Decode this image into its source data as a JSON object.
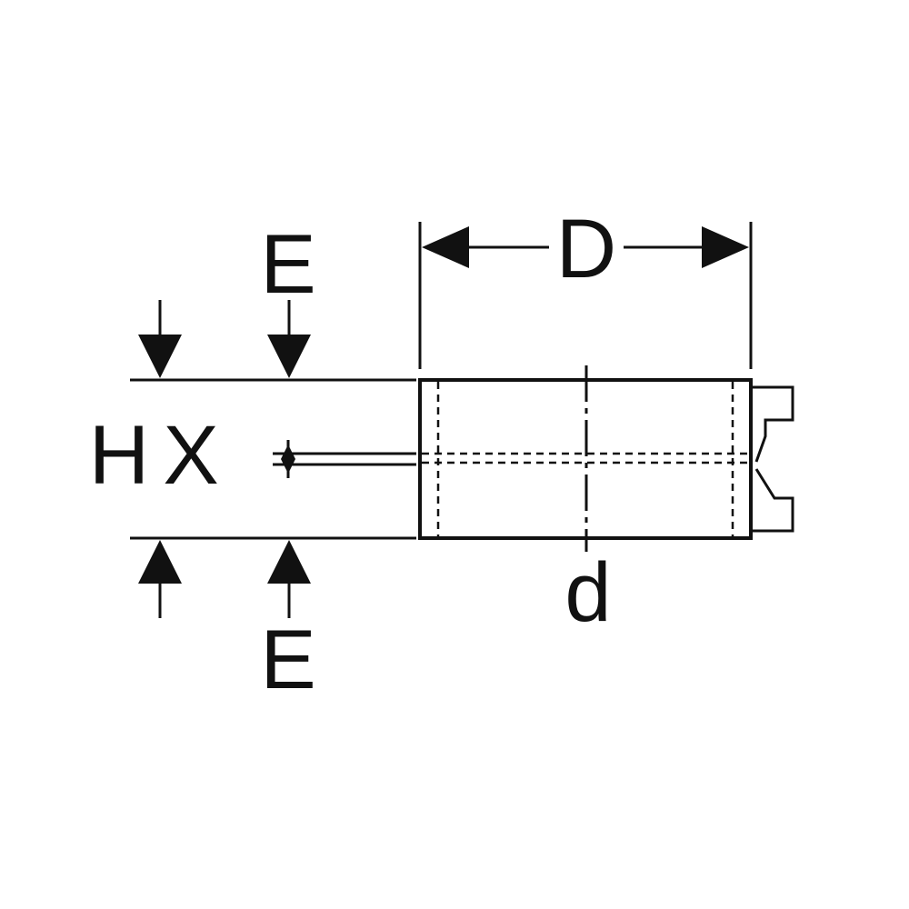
{
  "labels": {
    "depth": "D",
    "inner_diameter": "d",
    "height": "H",
    "x": "X",
    "e_top": "E",
    "e_bottom": "E"
  },
  "colors": {
    "line": "#111111",
    "background": "#ffffff"
  }
}
